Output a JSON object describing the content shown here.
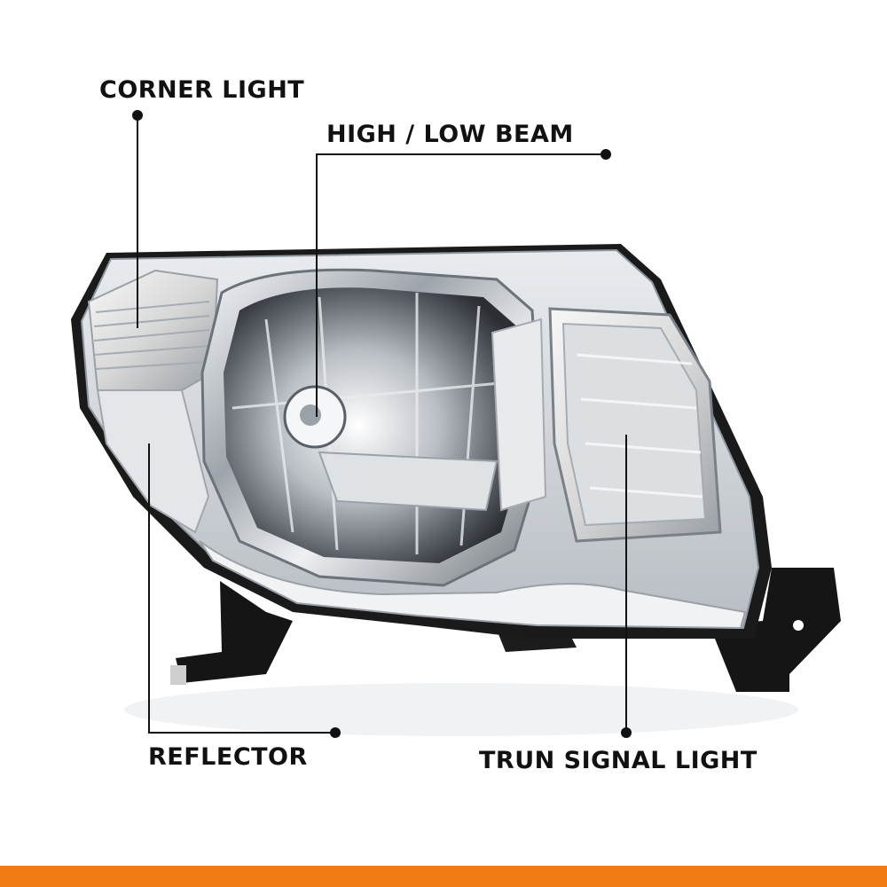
{
  "callouts": {
    "corner": "CORNER LIGHT",
    "beam": "HIGH / LOW BEAM",
    "reflector": "REFLECTOR",
    "turn": "TRUN SIGNAL LIGHT"
  },
  "colors": {
    "accent_bar": "#f07c13",
    "leader_line": "#111111",
    "housing_black": "#141414",
    "chrome": "#cfd3d8"
  }
}
